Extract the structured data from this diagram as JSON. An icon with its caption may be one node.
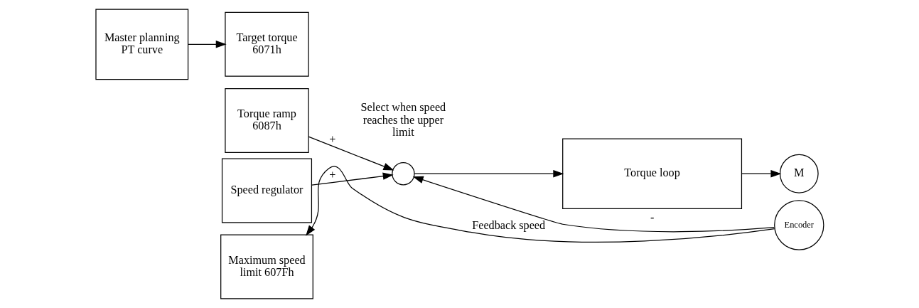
{
  "diagram": {
    "nodes": [
      {
        "text": [
          "Master planning PT curve"
        ]
      },
      {
        "text": [
          "Target torque 6071h"
        ]
      },
      {
        "text": [
          "Torque ramp 6087h"
        ]
      },
      {
        "text": [
          "Speed regulator"
        ]
      },
      {
        "text": [
          "Maximum speed limit 607Fh"
        ]
      },
      {
        "text": [],
        "shape": "circle"
      },
      {
        "text": [
          "Torque loop"
        ]
      },
      {
        "text": [
          "M"
        ]
      },
      {
        "text": [
          "Encoder"
        ]
      }
    ],
    "edges": [
      {
        "from": 0,
        "to": 1,
        "arrow": "to"
      },
      {
        "from": 2,
        "to": 5,
        "arrow": "to",
        "label": "+"
      },
      {
        "from": 3,
        "to": 5,
        "arrow": "to",
        "label": "+"
      },
      {
        "from": 5,
        "to": 6,
        "arrow": "to"
      },
      {
        "from": 6,
        "to": 7,
        "arrow": "to"
      },
      {
        "from": 8,
        "to": 4,
        "arrow": "to",
        "label": "Feedback speed"
      },
      {
        "from": 8,
        "to": 5,
        "arrow": "to",
        "label": "-"
      }
    ],
    "labels": [
      "Select when speed reaches the upper limit"
    ]
  }
}
